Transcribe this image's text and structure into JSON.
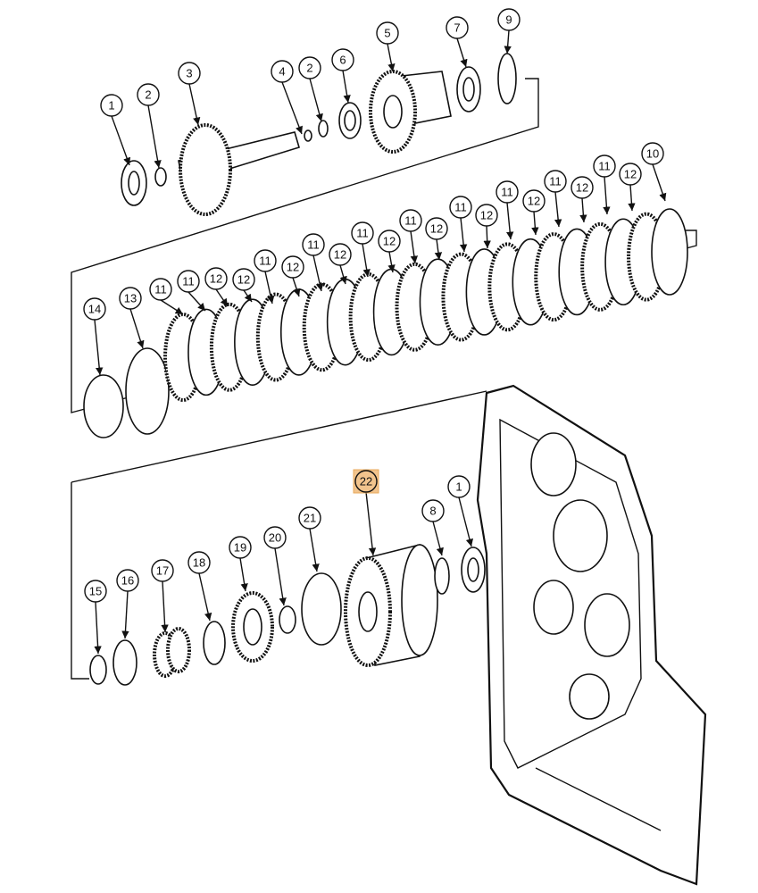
{
  "diagram": {
    "title": "Exploded view - transmission clutch pack",
    "highlight_color": "#f2c48d",
    "callouts": [
      {
        "label": "1"
      },
      {
        "label": "2"
      },
      {
        "label": "3"
      },
      {
        "label": "4"
      },
      {
        "label": "2"
      },
      {
        "label": "6"
      },
      {
        "label": "5"
      },
      {
        "label": "7"
      },
      {
        "label": "9"
      },
      {
        "label": "14"
      },
      {
        "label": "13"
      },
      {
        "label": "11"
      },
      {
        "label": "11"
      },
      {
        "label": "12"
      },
      {
        "label": "12"
      },
      {
        "label": "11"
      },
      {
        "label": "12"
      },
      {
        "label": "11"
      },
      {
        "label": "12"
      },
      {
        "label": "11"
      },
      {
        "label": "12"
      },
      {
        "label": "11"
      },
      {
        "label": "12"
      },
      {
        "label": "11"
      },
      {
        "label": "12"
      },
      {
        "label": "11"
      },
      {
        "label": "12"
      },
      {
        "label": "11"
      },
      {
        "label": "12"
      },
      {
        "label": "11"
      },
      {
        "label": "12"
      },
      {
        "label": "10"
      },
      {
        "label": "15"
      },
      {
        "label": "16"
      },
      {
        "label": "17"
      },
      {
        "label": "18"
      },
      {
        "label": "19"
      },
      {
        "label": "20"
      },
      {
        "label": "21"
      },
      {
        "label": "22",
        "highlighted": true
      },
      {
        "label": "8"
      },
      {
        "label": "1"
      }
    ]
  }
}
